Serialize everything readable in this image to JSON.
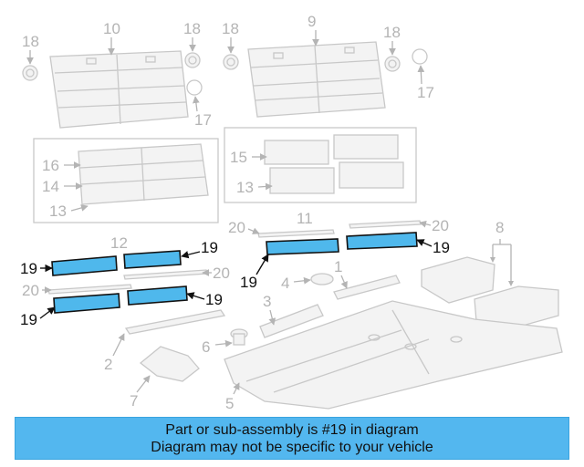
{
  "diagram": {
    "callouts": {
      "c1": "1",
      "c2": "2",
      "c3": "3",
      "c4": "4",
      "c5": "5",
      "c6": "6",
      "c7": "7",
      "c8": "8",
      "c9": "9",
      "c10": "10",
      "c11": "11",
      "c12": "12",
      "c13": "13",
      "c14": "14",
      "c15": "15",
      "c16": "16",
      "c17": "17",
      "c18": "18",
      "c19": "19",
      "c20": "20"
    },
    "highlighted_part": "19",
    "highlight_color": "#4fb8ec"
  },
  "banner": {
    "line1": "Part or sub-assembly is #19 in diagram",
    "line2": "Diagram may not be specific to your vehicle",
    "color": "#53b7ef"
  }
}
